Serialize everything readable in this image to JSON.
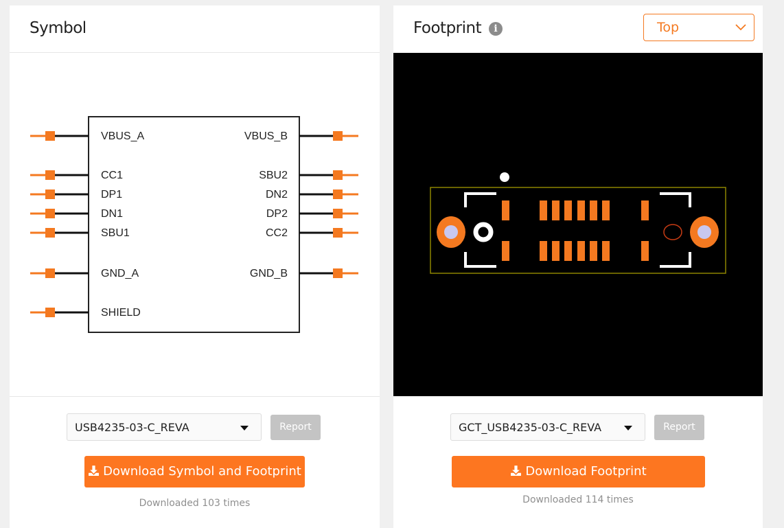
{
  "symbol_panel": {
    "title": "Symbol",
    "component": {
      "left_pins": [
        "VBUS_A",
        "CC1",
        "DP1",
        "DN1",
        "SBU1",
        "GND_A",
        "SHIELD"
      ],
      "right_pins": [
        "VBUS_B",
        "SBU2",
        "DN2",
        "DP2",
        "CC2",
        "GND_B"
      ]
    },
    "variant_select": {
      "value": "USB4235-03-C_REVA"
    },
    "report_label": "Report",
    "download_label": "Download Symbol and Footprint",
    "download_count": "Downloaded 103 times"
  },
  "footprint_panel": {
    "title": "Footprint",
    "info_icon": "info-icon",
    "layer_select": {
      "value": "Top"
    },
    "variant_select": {
      "value": "GCT_USB4235-03-C_REVA"
    },
    "report_label": "Report",
    "download_label": "Download Footprint",
    "download_count": "Downloaded 114 times"
  },
  "colors": {
    "accent": "#fd7620",
    "pin_orange": "#f47920",
    "pcb_background": "#000000",
    "pcb_outline": "#8c8400",
    "silkscreen": "#ffffff",
    "drill": "#c8c8f0",
    "report_disabled": "#c4c4c4"
  }
}
